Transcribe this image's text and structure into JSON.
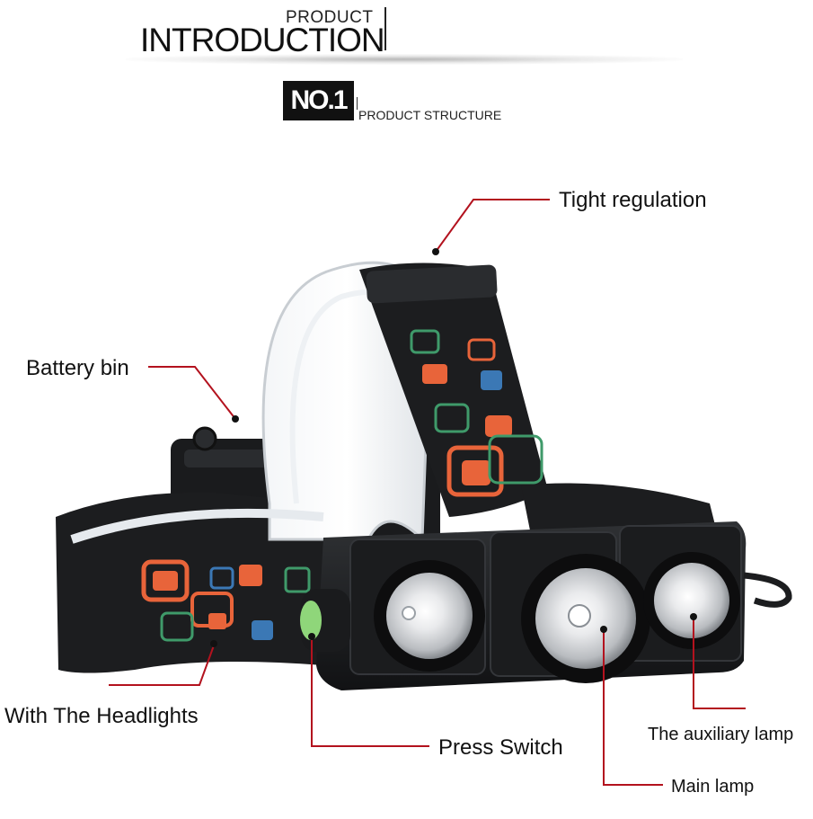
{
  "header": {
    "small_title": "PRODUCT",
    "big_title": "INTRODUCTION",
    "badge": "NO.1",
    "subtitle": "PRODUCT STRUCTURE"
  },
  "callouts": {
    "tight_regulation": "Tight regulation",
    "battery_bin": "Battery bin",
    "with_headlights": "With The Headlights",
    "press_switch": "Press Switch",
    "auxiliary_lamp": "The auxiliary lamp",
    "main_lamp": "Main lamp"
  },
  "colors": {
    "accent_line": "#b3121e",
    "strap": "#1c1d1f",
    "pattern_orange": "#e8643a",
    "pattern_green": "#3f9a6a",
    "pattern_blue": "#3b78b5",
    "switch_green": "#8fd67a"
  }
}
